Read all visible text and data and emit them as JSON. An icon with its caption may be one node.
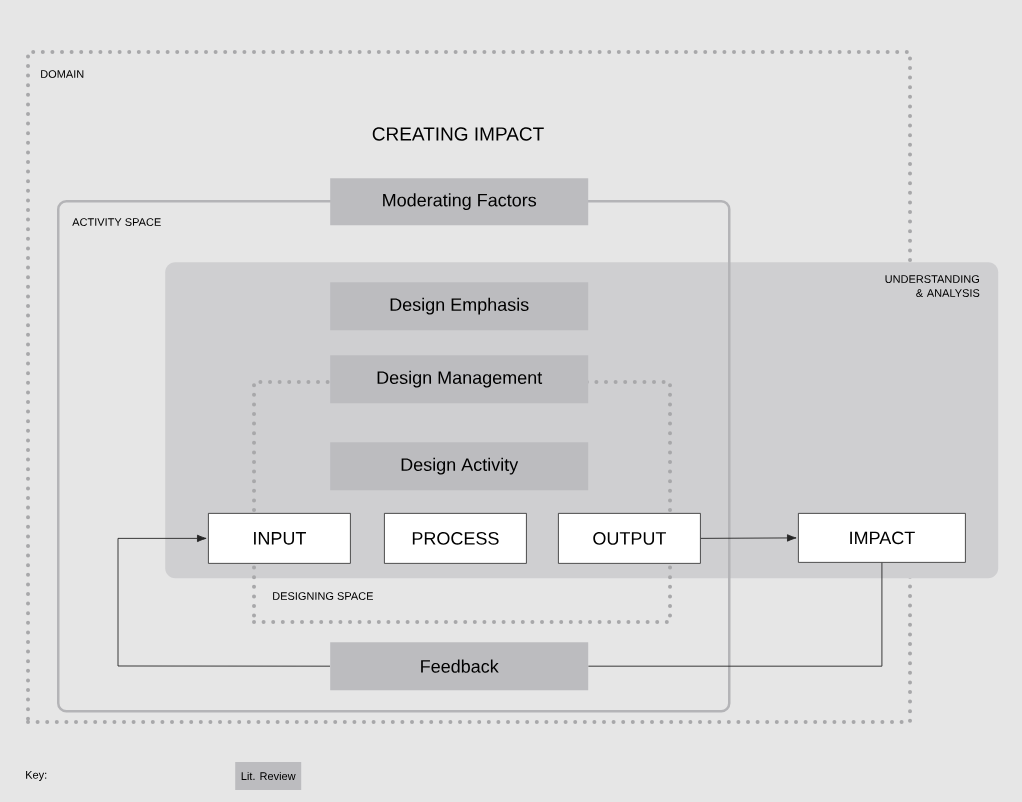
{
  "diagram": {
    "title": "CREATING IMPACT",
    "nodes": [
      {
        "text": [
          "DOMAIN"
        ]
      },
      {
        "text": [
          "ACTIVITY SPACE"
        ],
        "in": 0
      },
      {
        "text": [
          "UNDERSTANDING & ANALYSIS"
        ]
      },
      {
        "text": [
          "Moderating Factors"
        ],
        "in": 0
      },
      {
        "text": [
          "Design Emphasis"
        ]
      },
      {
        "text": [
          "DESIGNING SPACE"
        ],
        "in": 1
      },
      {
        "text": [
          "Design Management"
        ]
      },
      {
        "text": [
          "Design Activity"
        ],
        "in": 5
      },
      {
        "text": [
          "INPUT"
        ]
      },
      {
        "text": [
          "PROCESS"
        ],
        "in": 5
      },
      {
        "text": [
          "OUTPUT"
        ]
      },
      {
        "text": [
          "IMPACT"
        ],
        "in": 2
      },
      {
        "text": [
          "Feedback"
        ],
        "in": 1
      }
    ],
    "edges": [
      {
        "from": 10,
        "to": 11,
        "arrow": "to"
      },
      {
        "from": 11,
        "to": 12,
        "arrow": "none"
      },
      {
        "from": 12,
        "to": 8,
        "arrow": "to"
      }
    ],
    "labels": [
      "Key:"
    ],
    "legend": [
      {
        "text": "Lit. Review",
        "color": "#bcbcbf"
      }
    ]
  }
}
